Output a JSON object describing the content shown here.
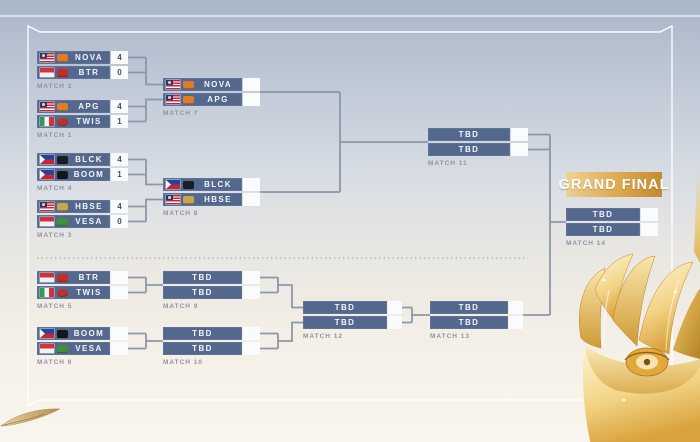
{
  "grand_final": {
    "label": "GRAND FINAL"
  },
  "matches": {
    "m2": {
      "label": "MATCH 2",
      "rows": [
        {
          "name": "NOVA",
          "score": "4",
          "flag": "malaysia",
          "logo": "nova"
        },
        {
          "name": "BTR",
          "score": "0",
          "flag": "indonesia",
          "logo": "btr"
        }
      ]
    },
    "m1": {
      "label": "MATCH 1",
      "rows": [
        {
          "name": "APG",
          "score": "4",
          "flag": "malaysia",
          "logo": "apg"
        },
        {
          "name": "TWIS",
          "score": "1",
          "flag": "italy",
          "logo": "twis"
        }
      ]
    },
    "m7": {
      "label": "MATCH 7",
      "rows": [
        {
          "name": "NOVA",
          "score": "",
          "flag": "malaysia",
          "logo": "nova"
        },
        {
          "name": "APG",
          "score": "",
          "flag": "malaysia",
          "logo": "apg"
        }
      ]
    },
    "m4": {
      "label": "MATCH 4",
      "rows": [
        {
          "name": "BLCK",
          "score": "4",
          "flag": "philippines",
          "logo": "blck"
        },
        {
          "name": "BOOM",
          "score": "1",
          "flag": "philippines",
          "logo": "boom"
        }
      ]
    },
    "m3": {
      "label": "MATCH 3",
      "rows": [
        {
          "name": "HBSE",
          "score": "4",
          "flag": "malaysia",
          "logo": "hbse"
        },
        {
          "name": "VESA",
          "score": "0",
          "flag": "indonesia",
          "logo": "vesa"
        }
      ]
    },
    "m8": {
      "label": "MATCH 8",
      "rows": [
        {
          "name": "BLCK",
          "score": "",
          "flag": "philippines",
          "logo": "blck"
        },
        {
          "name": "HBSE",
          "score": "",
          "flag": "malaysia",
          "logo": "hbse"
        }
      ]
    },
    "m11": {
      "label": "MATCH 11",
      "rows": [
        {
          "name": "TBD",
          "score": ""
        },
        {
          "name": "TBD",
          "score": ""
        }
      ]
    },
    "m14": {
      "label": "MATCH 14",
      "rows": [
        {
          "name": "TBD",
          "score": ""
        },
        {
          "name": "TBD",
          "score": ""
        }
      ]
    },
    "m5": {
      "label": "MATCH 5",
      "rows": [
        {
          "name": "BTR",
          "score": "",
          "flag": "indonesia",
          "logo": "btr"
        },
        {
          "name": "TWIS",
          "score": "",
          "flag": "italy",
          "logo": "twis"
        }
      ]
    },
    "m9": {
      "label": "MATCH 9",
      "rows": [
        {
          "name": "TBD",
          "score": ""
        },
        {
          "name": "TBD",
          "score": ""
        }
      ]
    },
    "m6": {
      "label": "MATCH 6",
      "rows": [
        {
          "name": "BOOM",
          "score": "",
          "flag": "philippines",
          "logo": "boom"
        },
        {
          "name": "VESA",
          "score": "",
          "flag": "indonesia",
          "logo": "vesa"
        }
      ]
    },
    "m10": {
      "label": "MATCH 10",
      "rows": [
        {
          "name": "TBD",
          "score": ""
        },
        {
          "name": "TBD",
          "score": ""
        }
      ]
    },
    "m12": {
      "label": "MATCH 12",
      "rows": [
        {
          "name": "TBD",
          "score": ""
        },
        {
          "name": "TBD",
          "score": ""
        }
      ]
    },
    "m13": {
      "label": "MATCH 13",
      "rows": [
        {
          "name": "TBD",
          "score": ""
        },
        {
          "name": "TBD",
          "score": ""
        }
      ]
    }
  },
  "colors": {
    "row_bar": "#54688e",
    "score_box": "#fafbfd",
    "score_text": "#3e4c6a",
    "team_text": "#f2f5f9",
    "match_label": "#8e94a1",
    "connector": "#8b98ab",
    "grand_final_gold_start": "#eed396",
    "grand_final_gold_end": "#c4892e",
    "trophy_gold": "#e7bc5a",
    "logos": {
      "NOVA": "#e07b28",
      "BTR": "#c42b2b",
      "APG": "#e07b28",
      "TWIS": "#b5342c",
      "BLCK": "#1a1d24",
      "BOOM": "#15161a",
      "HBSE": "#caa64a",
      "VESA": "#3f8f3d"
    }
  }
}
